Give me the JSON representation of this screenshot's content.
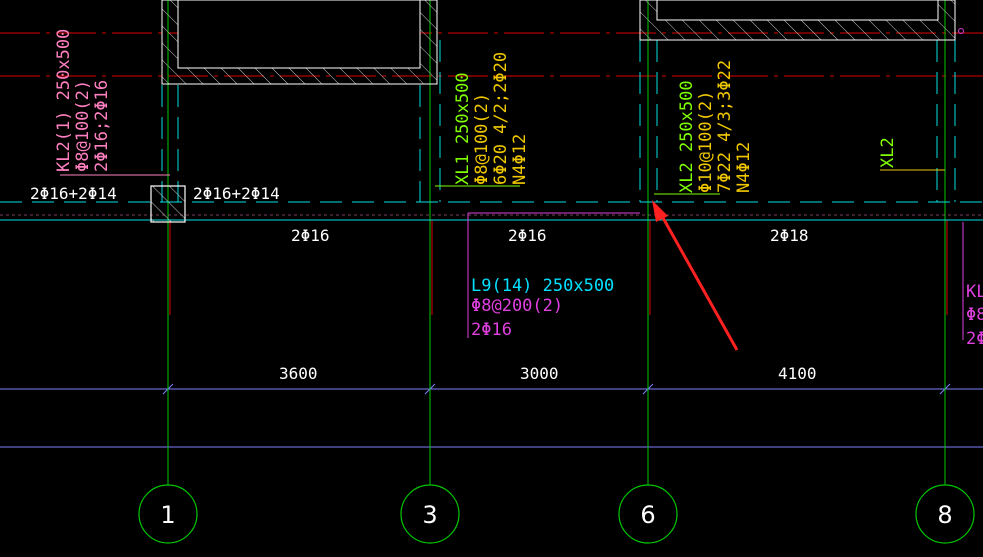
{
  "colors": {
    "background": "#000000",
    "axis_line": "#00c800",
    "beam_line": "#00e0e0",
    "beam_edge_red": "#e00000",
    "column_outline": "#ffff00",
    "hatch": "#c8c8c8",
    "label_yellow": "#f0c800",
    "label_pink": "#ff80c0",
    "label_green": "#80ff00",
    "label_cyan": "#00e0ff",
    "label_magenta": "#e040e0",
    "dimension": "#ffffff",
    "dim_line": "#8080ff",
    "arrow": "#ff2020"
  },
  "annotations": {
    "kl2": [
      "KL2(1) 250x500",
      "Φ8@100(2)",
      "2Φ16;2Φ16"
    ],
    "xl1": [
      "XL1 250x500",
      "Φ8@100(2)",
      "6Φ20 4/2;2Φ20",
      "N4Φ12"
    ],
    "xl2_span": [
      "XL2 250x500",
      "Φ10@100(2)",
      "7Φ22 4/3;3Φ22",
      "N4Φ12"
    ],
    "xl2_short": "XL2",
    "l9": [
      "L9(14) 250x500",
      "Φ8@200(2)",
      "2Φ16"
    ],
    "kl_right": [
      "KL",
      "Φ8",
      "2Φ"
    ],
    "support_left": "2Φ16+2Φ14",
    "support_right": "2Φ16+2Φ14"
  },
  "bottom_rebar": [
    "2Φ16",
    "2Φ16",
    "2Φ18"
  ],
  "dimensions": [
    "3600",
    "3000",
    "4100"
  ],
  "axes": [
    "1",
    "3",
    "6",
    "8"
  ]
}
